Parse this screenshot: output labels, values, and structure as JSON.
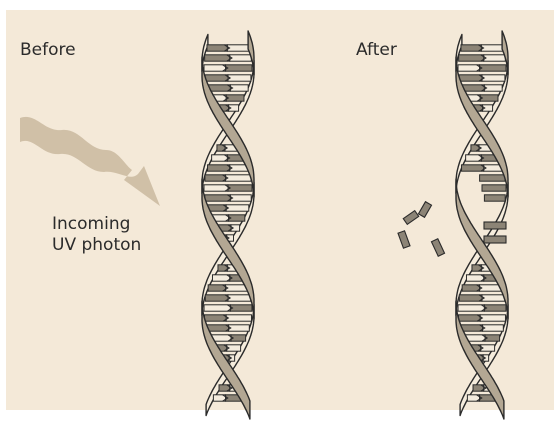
{
  "labels": {
    "before": "Before",
    "after": "After",
    "incoming_line1": "Incoming",
    "incoming_line2": "UV photon"
  },
  "colors": {
    "background": "#f4e9d8",
    "strand_front": "#b3a793",
    "strand_back": "#f5ecdc",
    "outline": "#2b2b2b",
    "base_dark": "#8c8476",
    "base_light": "#f3ebdd",
    "photon": "#c9b89f"
  },
  "icons": {
    "photon": "wavy-arrow",
    "lesion": "thymine-dimer"
  }
}
